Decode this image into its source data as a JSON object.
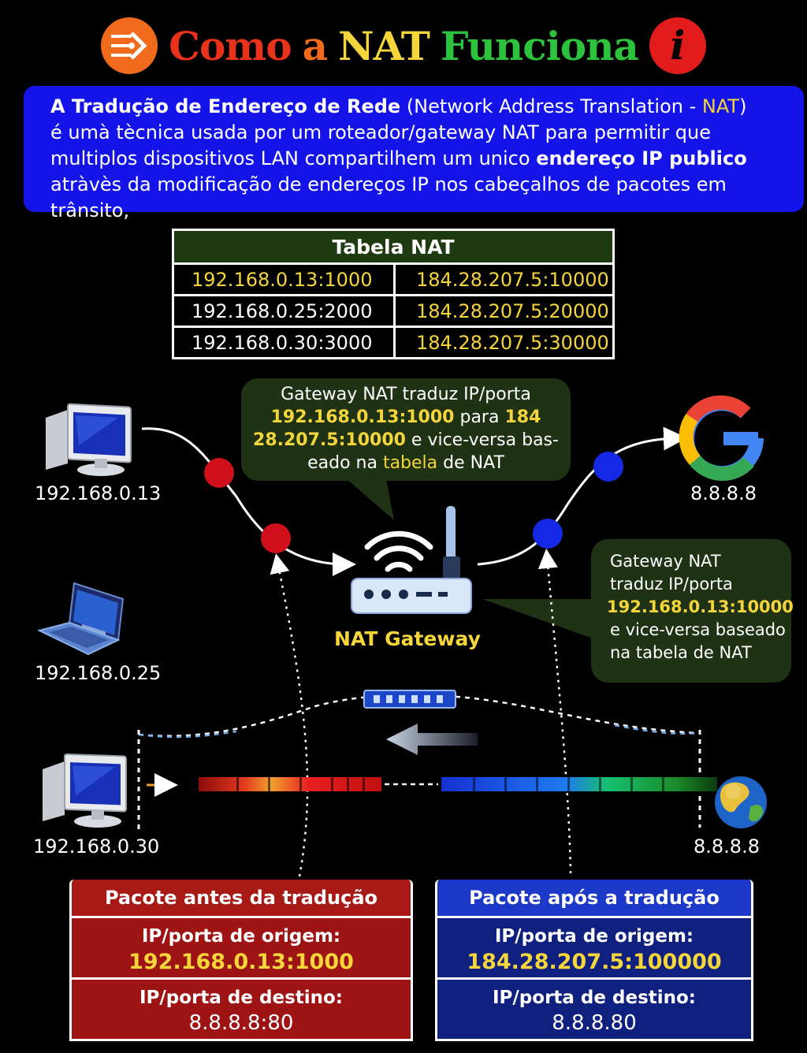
{
  "title": {
    "w1": "Como",
    "w2": "a",
    "w3": "NAT",
    "w4": "Funciona",
    "left_icon": "router-arrows-icon",
    "right_icon": "info-icon"
  },
  "intro": {
    "p1": "A Tradução de Endereço de Rede",
    "p2": " (Network Address Translation - ",
    "p3": "NAT",
    "p4": ")",
    "line2": "é umà tècnica usada por um roteador/gateway NAT para permitir que",
    "line3a": "multiplos dispositivos LAN compartilhem um unico ",
    "line3b": "endereço IP publico",
    "line4": "atràvès da modificação de endereços IP nos cabeçalhos de pacotes em trânsito,"
  },
  "nat_table": {
    "header": "Tabela NAT",
    "rows": [
      [
        "192.168.0.13:1000",
        "184.28.207.5:10000"
      ],
      [
        "192.168.0.25:2000",
        "184.28.207.5:20000"
      ],
      [
        "192.168.0.30:3000",
        "184.28.207.5:30000"
      ]
    ]
  },
  "bubble_top": {
    "l1": "Gateway NAT traduz IP/porta",
    "l2a": "192.168.0.13:1000",
    "l2b": " para ",
    "l2c": "184",
    "l3a": "28.207.5:10000",
    "l3b": " e vice-versa bas-",
    "l4a": "eado na ",
    "l4b": "tabela",
    "l4c": " de NAT"
  },
  "bubble_right": {
    "l1": "Gateway NAT",
    "l2": "traduz IP/porta",
    "l3": "192.168.0.13:10000",
    "l4": "e vice-versa baseado",
    "l5": "na tabela de NAT"
  },
  "devices": {
    "pc1": "192.168.0.13",
    "laptop": "192.168.0.25",
    "pc3": "192.168.0.30",
    "google": "8.8.8.8",
    "globe": "8.8.8.8"
  },
  "gateway_label": "NAT Gateway",
  "packet_before": {
    "header": "Pacote antes da tradução",
    "src_label": "IP/porta de origem:",
    "src_value": "192.168.0.13:1000",
    "dst_label": "IP/porta de destino:",
    "dst_value": "8.8.8.8:80"
  },
  "packet_after": {
    "header": "Pacote após a tradução",
    "src_label": "IP/porta de origem:",
    "src_value": "184.28.207.5:100000",
    "dst_label": "IP/porta de destino:",
    "dst_value": "8.8.8.80"
  },
  "colors": {
    "intro_bg": "#1414e8",
    "bubble_bg": "#1f3314",
    "highlight": "#f4d63c",
    "red_dot": "#d0101a",
    "blue_dot": "#1428e6",
    "before_bg": "#9e1414",
    "after_bg": "#10207e",
    "after_head": "#1c38c8"
  }
}
